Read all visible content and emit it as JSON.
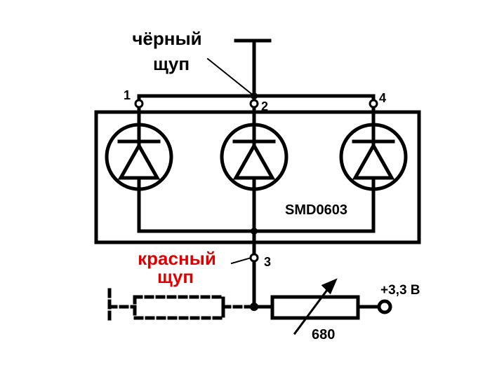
{
  "labels": {
    "black_probe_line1": "чёрный",
    "black_probe_line2": "щуп",
    "red_probe_line1": "красный",
    "red_probe_line2": "щуп",
    "pin1": "1",
    "pin2": "2",
    "pin3": "3",
    "pin4": "4",
    "package": "SMD0603",
    "supply": "+3,3 В",
    "resistor_value": "680"
  },
  "colors": {
    "line": "#000000",
    "red_probe": "#e00000",
    "background": "#ffffff"
  },
  "icons": [
    "led-diode-1-icon",
    "led-diode-2-icon",
    "led-diode-3-icon",
    "variable-resistor-icon",
    "supply-terminal-icon"
  ]
}
